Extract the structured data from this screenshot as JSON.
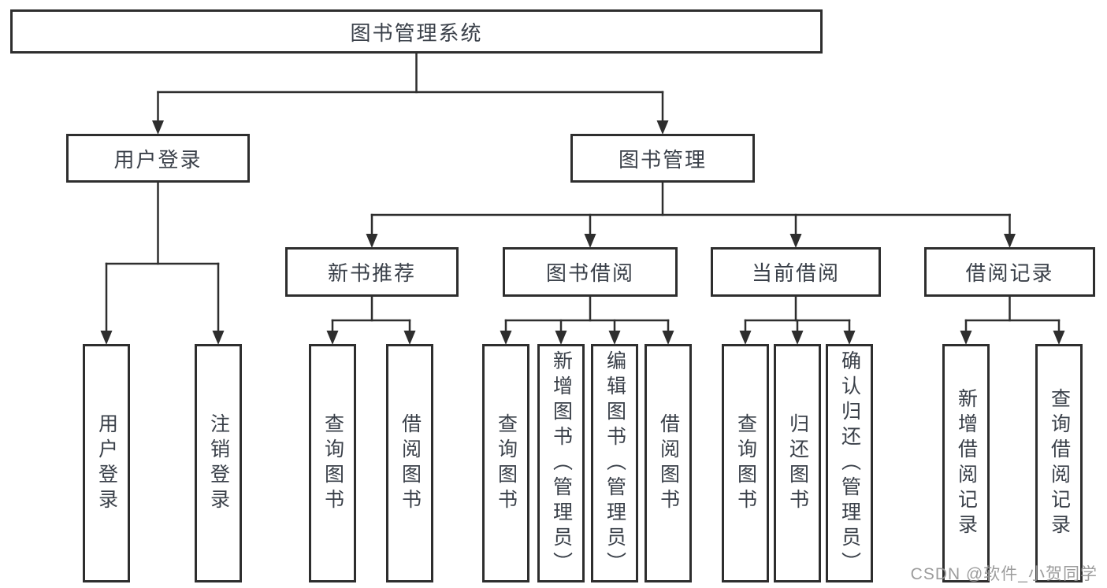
{
  "diagram": {
    "title": "图书管理系统",
    "nodes": [
      {
        "id": "root",
        "label": "图书管理系统",
        "parent": null
      },
      {
        "id": "user-login",
        "label": "用户登录",
        "parent": "root"
      },
      {
        "id": "book-mgmt",
        "label": "图书管理",
        "parent": "root"
      },
      {
        "id": "new-book-rec",
        "label": "新书推荐",
        "parent": "book-mgmt"
      },
      {
        "id": "book-borrow",
        "label": "图书借阅",
        "parent": "book-mgmt"
      },
      {
        "id": "current-borrow",
        "label": "当前借阅",
        "parent": "book-mgmt"
      },
      {
        "id": "borrow-records",
        "label": "借阅记录",
        "parent": "book-mgmt"
      },
      {
        "id": "leaf-user-login",
        "label": "用户登录",
        "parent": "user-login"
      },
      {
        "id": "leaf-logout",
        "label": "注销登录",
        "parent": "user-login"
      },
      {
        "id": "leaf-query-book-1",
        "label": "查询图书",
        "parent": "new-book-rec"
      },
      {
        "id": "leaf-borrow-book-1",
        "label": "借阅图书",
        "parent": "new-book-rec"
      },
      {
        "id": "leaf-query-book-2",
        "label": "查询图书",
        "parent": "book-borrow"
      },
      {
        "id": "leaf-add-book",
        "label": "新增图书（管理员）",
        "parent": "book-borrow"
      },
      {
        "id": "leaf-edit-book",
        "label": "编辑图书（管理员）",
        "parent": "book-borrow"
      },
      {
        "id": "leaf-borrow-book-2",
        "label": "借阅图书",
        "parent": "book-borrow"
      },
      {
        "id": "leaf-query-book-3",
        "label": "查询图书",
        "parent": "current-borrow"
      },
      {
        "id": "leaf-return-book",
        "label": "归还图书",
        "parent": "current-borrow"
      },
      {
        "id": "leaf-confirm-return",
        "label": "确认归还（管理员）",
        "parent": "current-borrow"
      },
      {
        "id": "leaf-add-borrow-record",
        "label": "新增借阅记录",
        "parent": "borrow-records"
      },
      {
        "id": "leaf-query-borrow-record",
        "label": "查询借阅记录",
        "parent": "borrow-records"
      }
    ]
  },
  "watermark": {
    "text": "CSDN @软件_小贺同学"
  },
  "colors": {
    "background": "#ffffff",
    "box_border": "#2e2e2e",
    "connector_line": "#2e2e2e",
    "text": "#3a4049",
    "watermark": "#949494"
  }
}
